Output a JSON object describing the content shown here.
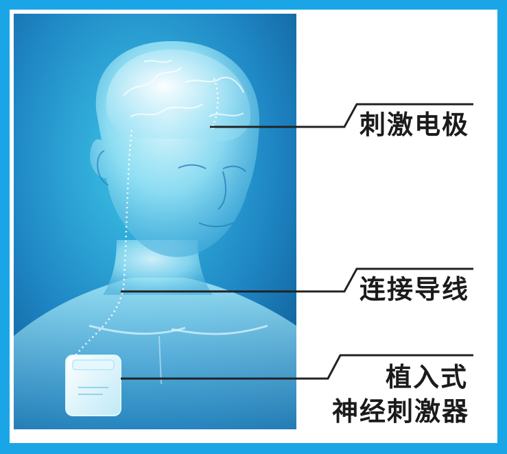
{
  "labels": {
    "electrode": "刺激电极",
    "lead": "连接导线",
    "stimulator_line1": "植入式",
    "stimulator_line2": "神经刺激器"
  },
  "colors": {
    "frame": "#1aa6e6",
    "background_dark": "#0b4f86",
    "background_light": "#3ec6e8",
    "callout_line": "#222222",
    "label_text": "#1b1b1b"
  },
  "icons": {
    "figure": "human-head-xray-icon",
    "device": "implantable-pulse-generator-icon"
  }
}
